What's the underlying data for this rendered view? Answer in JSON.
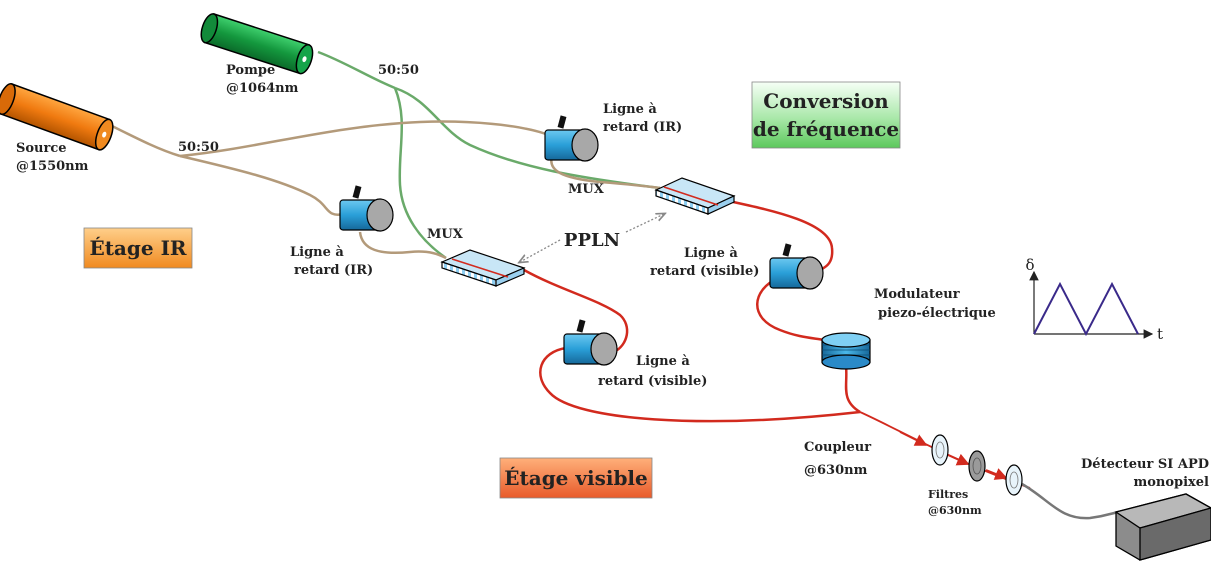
{
  "sources": {
    "pump_name": "Pompe",
    "pump_wavelength": "@1064nm",
    "source_name": "Source",
    "source_wavelength": "@1550nm"
  },
  "couplers": {
    "pump_split": "50:50",
    "source_split": "50:50",
    "output_name": "Coupleur",
    "output_wavelength": "@630nm"
  },
  "mux": {
    "left": "MUX",
    "right": "MUX"
  },
  "crystal": {
    "label": "PPLN"
  },
  "delay_lines": {
    "ir_top_line1": "Ligne à",
    "ir_top_line2": "retard (IR)",
    "ir_left_line1": "Ligne à",
    "ir_left_line2": "retard (IR)",
    "vis_right_line1": "Ligne à",
    "vis_right_line2": "retard (visible)",
    "vis_bottom_line1": "Ligne à",
    "vis_bottom_line2": "retard (visible)"
  },
  "stages": {
    "conversion_line1": "Conversion",
    "conversion_line2": "de fréquence",
    "ir": "Étage IR",
    "visible": "Étage visible"
  },
  "modulator": {
    "line1": "Modulateur",
    "line2": "piezo-électrique"
  },
  "filters": {
    "line1": "Filtres",
    "line2": "@630nm"
  },
  "detector": {
    "line1": "Détecteur SI APD",
    "line2": "monopixel"
  },
  "modulation_plot": {
    "y_label": "δ",
    "x_label": "t",
    "waveform": "triangle",
    "periods": 2
  },
  "colors": {
    "pump_fiber": "#6aaa6a",
    "ir_fiber": "#b39a7a",
    "visible_fiber": "#d22a1e",
    "output_fiber": "#777777",
    "pump_laser": "#1ea04a",
    "source_laser": "#f07a10",
    "delay_line": "#2a9fd8",
    "waveform": "#3a2a8a"
  }
}
